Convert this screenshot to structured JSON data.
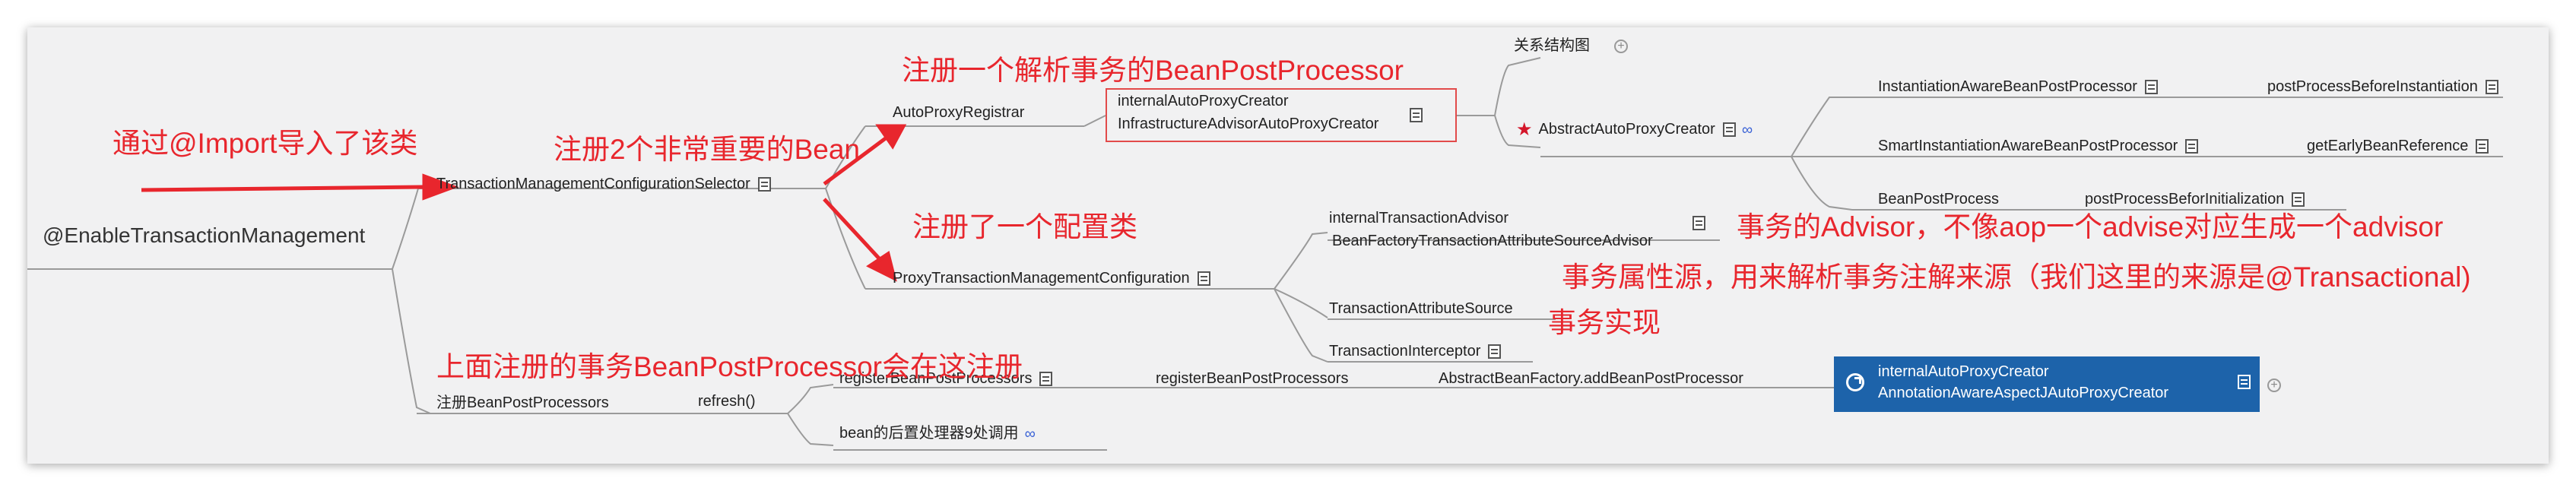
{
  "colors": {
    "annotation": "#e8262d",
    "highlight_box": "#1d63aa",
    "connector": "#9a9a9a",
    "background": "#f1f1f2"
  },
  "nodes": {
    "root": "@EnableTransactionManagement",
    "selector": "TransactionManagementConfigurationSelector",
    "auto_proxy_registrar": "AutoProxyRegistrar",
    "registrar_child_1": "internalAutoProxyCreator",
    "registrar_child_2": "InfrastructureAdvisorAutoProxyCreator",
    "relation_diagram": "关系结构图",
    "abstract_creator": "AbstractAutoProxyCreator",
    "instantiation_aware": "InstantiationAwareBeanPostProcessor",
    "post_before_inst": "postProcessBeforeInstantiation",
    "smart_inst_aware": "SmartInstantiationAwareBeanPostProcessor",
    "get_early_ref": "getEarlyBeanReference",
    "bean_post_process": "BeanPostProcess",
    "post_before_init": "postProcessBeforInitialization",
    "proxy_tx_config": "ProxyTransactionManagementConfiguration",
    "internal_tx_advisor_1": "internalTransactionAdvisor",
    "internal_tx_advisor_2": "BeanFactoryTransactionAttributeSourceAdvisor",
    "tx_attr_source": "TransactionAttributeSource",
    "tx_interceptor": "TransactionInterceptor",
    "register_bpps": "注册BeanPostProcessors",
    "refresh": "refresh()",
    "register_bpps_2": "registerBeanPostProcessors",
    "register_bpps_3": "registerBeanPostProcessors",
    "add_bpp": "AbstractBeanFactory.addBeanPostProcessor",
    "blue_line_1": "internalAutoProxyCreator",
    "blue_line_2": "AnnotationAwareAspectJAutoProxyCreator",
    "bean_post_9": "bean的后置处理器9处调用"
  },
  "annotations": {
    "import": "通过@Import导入了该类",
    "two_beans": "注册2个非常重要的Bean",
    "parse_bpp": "注册一个解析事务的BeanPostProcessor",
    "config_class": "注册了一个配置类",
    "advisor": "事务的Advisor，不像aop一个advise对应生成一个advisor",
    "attr_source": "事务属性源，用来解析事务注解来源（我们这里的来源是@Transactional)",
    "impl": "事务实现",
    "register_here": "上面注册的事务BeanPostProcessor会在这注册"
  },
  "icons": [
    "note-icon",
    "link-icon",
    "plus-icon",
    "star-icon",
    "clock-icon"
  ]
}
